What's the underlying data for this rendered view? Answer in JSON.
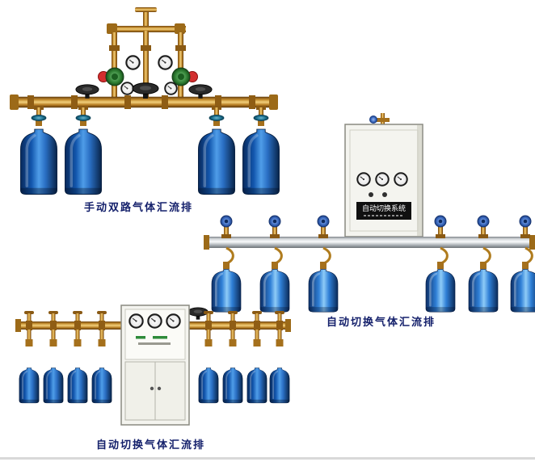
{
  "page": {
    "background": "#ffffff"
  },
  "products": [
    {
      "name": "manual-dual-manifold",
      "caption": "手动双路气体汇流排"
    },
    {
      "name": "auto-switch-manifold-wall",
      "caption": "自动切换气体汇流排",
      "cabinet_panel_label": "自动切换系统"
    },
    {
      "name": "auto-switch-manifold-cabinet",
      "caption": "自动切换气体汇流排"
    }
  ],
  "colors": {
    "caption_text": "#14206b",
    "brass_pipe": "#c28a2c",
    "aluminum_pipe": "#d3d7da",
    "cylinder_blue": "#1256ad",
    "cylinder_blue_bright": "#2f7fd6",
    "cabinet_body": "#f4f4ef",
    "regulator_green": "#2e7d32",
    "regulator_red": "#d32f2f",
    "valve_teal": "#1f7392",
    "valve_blue": "#3f6fc4"
  },
  "icons": {
    "pressure-gauge": "white dial with dark rim and needle",
    "valve-handwheel": "black elliptical wheel",
    "gas-cylinder": "blue bottle shape"
  }
}
